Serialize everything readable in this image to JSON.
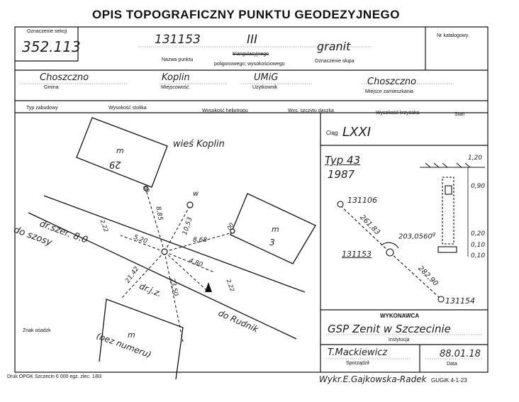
{
  "title": "OPIS TOPOGRAFICZNY PUNKTU GEODEZYJNEGO",
  "header": {
    "section_label": "Oznaczenie sekcji",
    "section_value": "352.113",
    "point_number": "131153",
    "point_class": "III",
    "monument": "granit",
    "catalog_label": "Nr katalogowy",
    "point_name_label": "Nazwa punktu",
    "network_triang": "triangulacyjnego",
    "network_poly": "poligonowego; wysokościowego",
    "monument_label": "Oznaczenie słupa"
  },
  "row2": {
    "gmina_value": "Choszczno",
    "gmina_label": "Gmina",
    "miejscowosc_value": "Koplin",
    "miejscowosc_label": "Miejscowość",
    "uzytkownik_value": "UMiG",
    "uzytkownik_label": "Użytkownik",
    "zamieszkania_value": "Choszczno",
    "zamieszkania_label": "Miejsce zamieszkania"
  },
  "row3": {
    "typ_zabudowy": "Typ zabudowy",
    "wys_stolika": "Wysokość stolika",
    "wys_heliotropu": "Wysokość heliotropu",
    "wys_daszka": "Wys. szczytu daszka",
    "wys_krzyzaka": "Wysokość krzyżaka",
    "stan": "Stan"
  },
  "sketch": {
    "village": "wieś Koplin",
    "bld1_m": "m",
    "bld1_num": "29",
    "bld2_m": "m",
    "bld2_num": "3",
    "bld3_m": "m",
    "bld3_num": "(bez numeru)",
    "road1": "dr.szer. 8.0",
    "road1b": "do szosy",
    "road2": "dr.j.z.",
    "road3": "do Rudnik",
    "w_label": "w",
    "d_885": "8,85",
    "d_520": "5,20",
    "d_1053": "10,53",
    "d_868": "8,68",
    "d_480": "4,80",
    "d_2142": "21,42",
    "d_2350": "23,50",
    "d_00a": "00",
    "d_00b": "00",
    "d_222a": "2,22",
    "d_222b": "2,22",
    "znak": "Znak ośadzk"
  },
  "right": {
    "ciag_label": "Ciąg",
    "ciag_value": "LXXI",
    "typ": "Typ 43",
    "year": "1987",
    "h_120": "1,20",
    "h_090": "0,90",
    "h_020": "0,20",
    "h_010": "0,10",
    "h_010b": "0,10",
    "pt_a": "131106",
    "pt_b": "131153",
    "pt_c": "131154",
    "d_a": "261,83",
    "d_c": "282,90",
    "angle": "203,0560",
    "angle_unit": "g"
  },
  "footer": {
    "wykonawca_label": "WYKONAWCA",
    "wykonawca_value": "GSP Zenit w Szczecinie",
    "instytucja_label": "Instytucja",
    "sporzadzil_value": "T.Mackiewicz",
    "sporzadzil_label": "Sporządził",
    "date_value": "88.01.18",
    "date_label": "Data",
    "druk": "Druk OPGK Szczecin 6 000 egz. zlec. 1/83",
    "wykr": "Wykr.E.Gajkowska-Radek",
    "gugik": "GUGiK 4-1-23"
  }
}
